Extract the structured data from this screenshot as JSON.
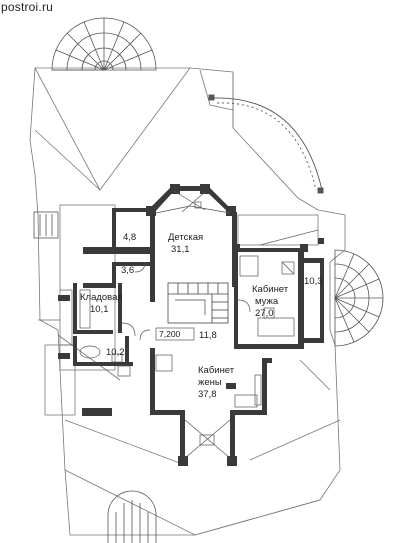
{
  "watermark": "postroi.ru",
  "rooms": {
    "detskaya": {
      "name": "Детская",
      "area": "31,1"
    },
    "kabinet_muzha": {
      "name1": "Кабинет",
      "name2": "мужа",
      "area": "27,0"
    },
    "kladovaya": {
      "name": "Кладовая",
      "area": "10,1"
    },
    "kabinet_zheny": {
      "name1": "Кабинет",
      "name2": "жены",
      "area": "37,8"
    }
  },
  "areas": {
    "wc_top": "4,8",
    "wc_small": "3,6",
    "bath": "10,2",
    "balcony": "10,3",
    "hall_box": "7,200",
    "hall": "11,8"
  },
  "colors": {
    "wall": "#3a3a3a",
    "line": "#555555",
    "roof": "#888888"
  }
}
